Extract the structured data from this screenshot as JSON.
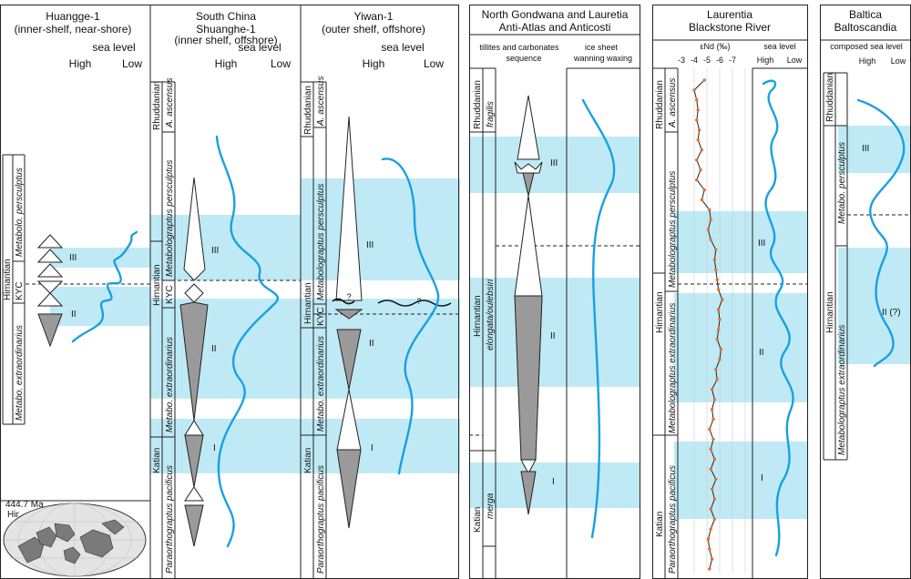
{
  "panels": {
    "huangge": {
      "title1": "Huangge-1",
      "title2": "(inner-shelf, near-shore)",
      "sea_level": "sea level",
      "high": "High",
      "low": "Low",
      "stage_hirnantian": "Hirnantian",
      "zone_persculptus": "Metabolo. persculptus",
      "kyc": "KYC",
      "zone_extra": "Metabo. extraordinarius",
      "roman_iii": "III",
      "roman_ii": "II",
      "age": "444.7 Ma",
      "hir": "Hir."
    },
    "south_china": {
      "title": "South China",
      "shuanghe1": "Shuanghe-1",
      "shuanghe2": "(inner shelf, offshore)",
      "sea_level": "sea level",
      "high": "High",
      "low": "Low",
      "rhuddanian": "Rhuddanian",
      "ascensus": "A. ascensus",
      "persculptus": "Metabolograptus persculptus",
      "hirnantian": "Hirnantian",
      "kyc": "KYC",
      "extra": "Metabo. extraordinarius",
      "katian": "Katian",
      "pacificus": "Paraorthograptus pacificus",
      "r3": "III",
      "r2": "II",
      "r1": "I"
    },
    "yiwan": {
      "title1": "Yiwan-1",
      "title2": "(outer shelf, offshore)",
      "sea_level": "sea level",
      "high": "High",
      "low": "Low",
      "rhuddanian": "Rhuddanian",
      "ascensus": "A. ascensus",
      "persculptus": "Metabolograptus persculptus",
      "hirnantian": "Hirnantian",
      "kyc": "KYC",
      "extra": "Metabo. extraordinarius",
      "katian": "Katian",
      "pacificus": "Paraorthograptus pacificus",
      "r3": "III",
      "r2": "II",
      "r1": "I",
      "q": "?"
    },
    "gondwana": {
      "title1": "North Gondwana and Lauretia",
      "title2": "Anti-Atlas and Anticosti",
      "col1a": "tillites and carbonates",
      "col1b": "sequence",
      "col2a": "ice sheet",
      "col2b": "wanning waxing",
      "rhuddanian": "Rhuddanian",
      "fragilis": "fragilis",
      "hirnantian": "Hirnantian",
      "elongata": "elongata/oulebsiri",
      "katian": "Katian",
      "merga": "merga",
      "r3": "III",
      "r2": "II",
      "r1": "I"
    },
    "laurentia": {
      "title1": "Laurentia",
      "title2": "Blackstone River",
      "eps": "εNd (‰)",
      "ticks": [
        "-3",
        "-4",
        "-5",
        "-6",
        "-7"
      ],
      "sea_level": "sea level",
      "high": "High",
      "low": "Low",
      "rhuddanian": "Rhuddanian",
      "ascensus": "A. ascensus",
      "persculptus": "Metabolograptus persculptus",
      "hirnantian": "Hirnantian",
      "extra": "Metabolograptus extraordinarius",
      "katian": "Katian",
      "pacificus": "Paraorthograptus pacificus",
      "r3": "III",
      "r2": "II",
      "r1": "I"
    },
    "baltica": {
      "title1": "Baltica",
      "title2": "Baltoscandia",
      "composed": "composed sea level",
      "high": "High",
      "low": "Low",
      "rhuddanian": "Rhuddanian",
      "persculptus": "Metabo. persculptus",
      "hirnantian": "Hirnantian",
      "extra": "Metabolograptus extraordinarius",
      "r3": "III",
      "r2q": "II (?)"
    }
  },
  "colors": {
    "band": "#bfeaf5",
    "curve": "#1aa0e3",
    "fill": "#9a9a9a",
    "dot": "#e8702a"
  },
  "epsilon_nd": [
    -4.8,
    -4.0,
    -4.2,
    -4.3,
    -4.2,
    -4.4,
    -4.3,
    -4.6,
    -4.2,
    -4.5,
    -4.2,
    -4.8,
    -4.6,
    -5.2,
    -5.3,
    -5.1,
    -5.3,
    -5.7,
    -5.6,
    -5.7,
    -5.8,
    -5.9,
    -6.2,
    -5.9,
    -6.0,
    -5.9,
    -5.8,
    -6.1,
    -6.0,
    -5.7,
    -5.8,
    -5.4,
    -5.6,
    -5.4,
    -5.5,
    -5.2,
    -5.5,
    -5.3,
    -5.6,
    -5.3,
    -5.7,
    -5.4,
    -5.6,
    -5.3,
    -5.6,
    -5.3,
    -5.1,
    -5.2,
    -5.4,
    -5.2
  ]
}
